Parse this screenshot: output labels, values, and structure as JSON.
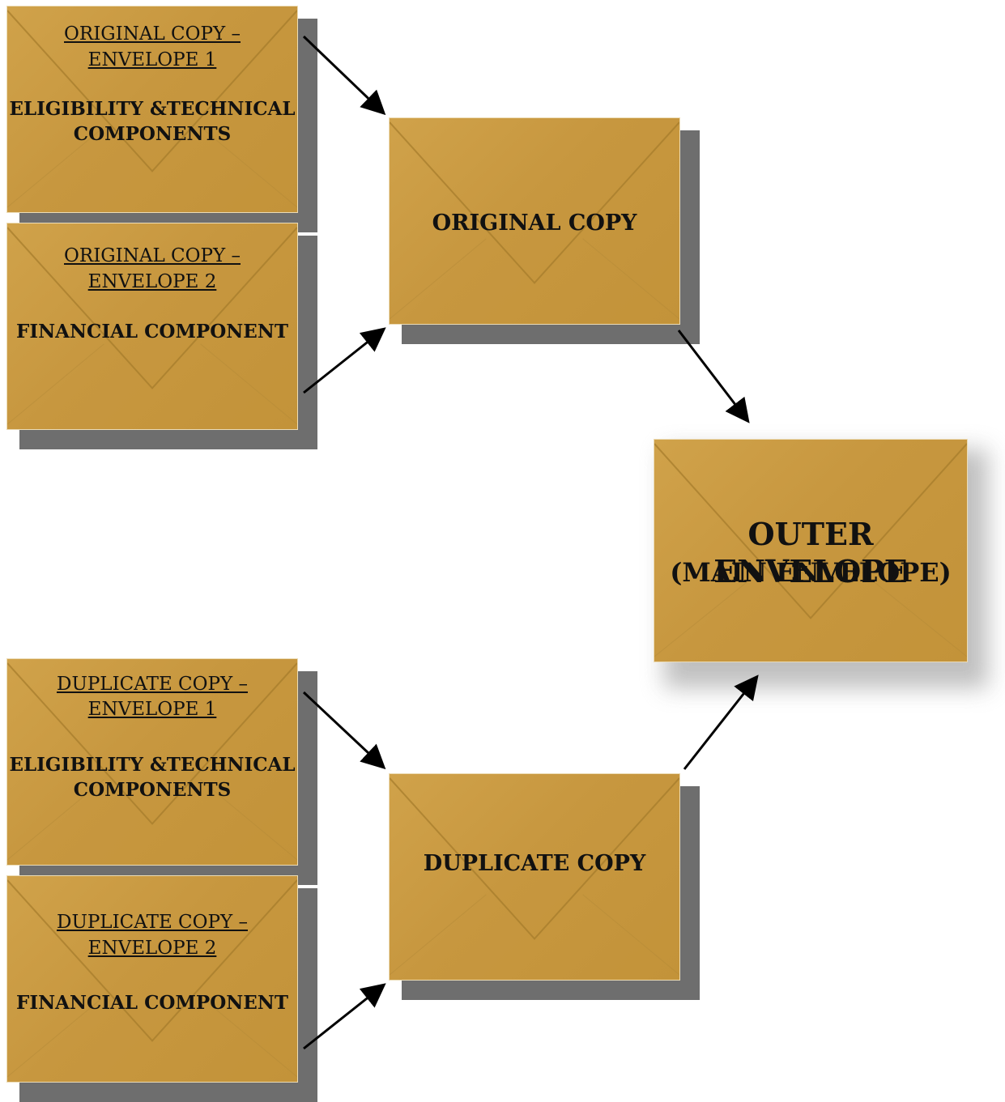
{
  "envelopes": {
    "orig_env1": {
      "title_line1": "ORIGINAL COPY –",
      "title_line2": "ENVELOPE 1",
      "body_line1": "ELIGIBILITY &TECHNICAL",
      "body_line2": "COMPONENTS"
    },
    "orig_env2": {
      "title_line1": "ORIGINAL COPY –",
      "title_line2": "ENVELOPE 2",
      "body_line1": "FINANCIAL COMPONENT"
    },
    "original_copy": {
      "label": "ORIGINAL COPY"
    },
    "outer": {
      "line1": "OUTER ENVELOPE",
      "line2": "(MAIN ENVELOPE)"
    },
    "dup_env1": {
      "title_line1": "DUPLICATE COPY –",
      "title_line2": "ENVELOPE 1",
      "body_line1": "ELIGIBILITY &TECHNICAL",
      "body_line2": "COMPONENTS"
    },
    "dup_env2": {
      "title_line1": "DUPLICATE COPY –",
      "title_line2": "ENVELOPE 2",
      "body_line1": "FINANCIAL COMPONENT"
    },
    "duplicate_copy": {
      "label": "DUPLICATE COPY"
    }
  },
  "colors": {
    "envelope": "#c9993f",
    "shadow": "#6e6e6e",
    "arrow": "#000000"
  }
}
